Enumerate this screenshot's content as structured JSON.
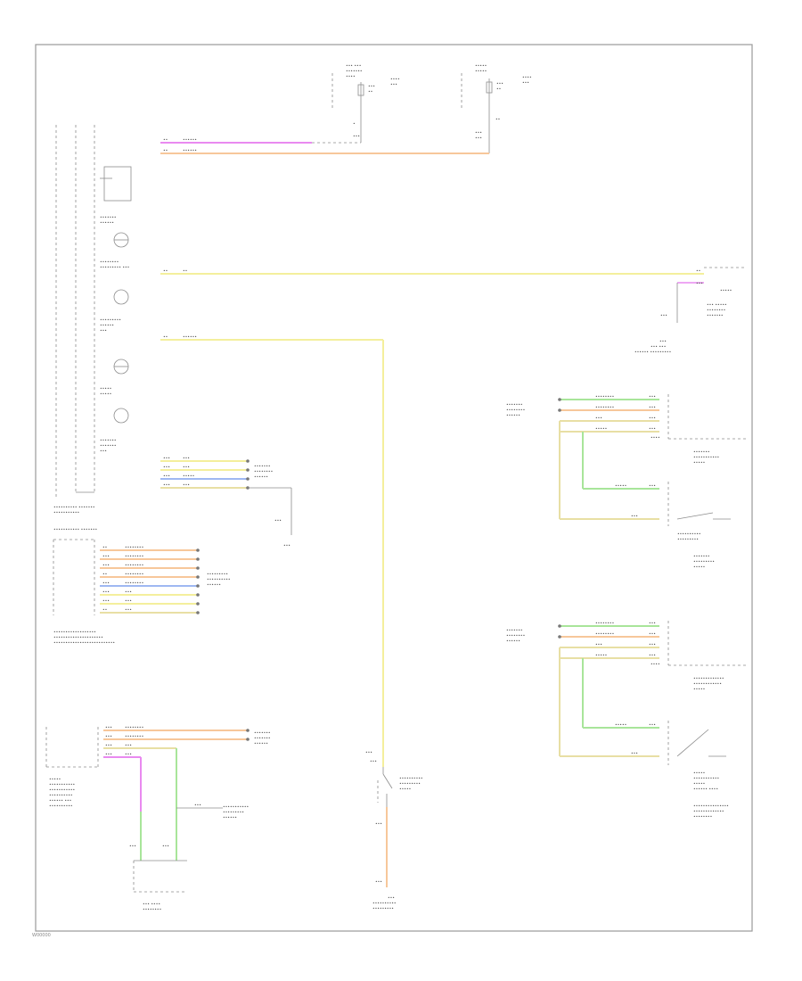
{
  "diagram": {
    "figure_code": "W00000",
    "page_border": true
  },
  "wire_colors": {
    "yellow": "#f4ef9c",
    "orange": "#f7c79a",
    "magenta": "#e98af0",
    "green": "#a8e59a",
    "blue": "#9fb8f2",
    "tan": "#e8dfa4",
    "gray": "#8c8c8c"
  },
  "icons": [
    "fuse-symbol",
    "switch-symbol",
    "ground-symbol",
    "lamp-symbol",
    "connector-symbol"
  ]
}
